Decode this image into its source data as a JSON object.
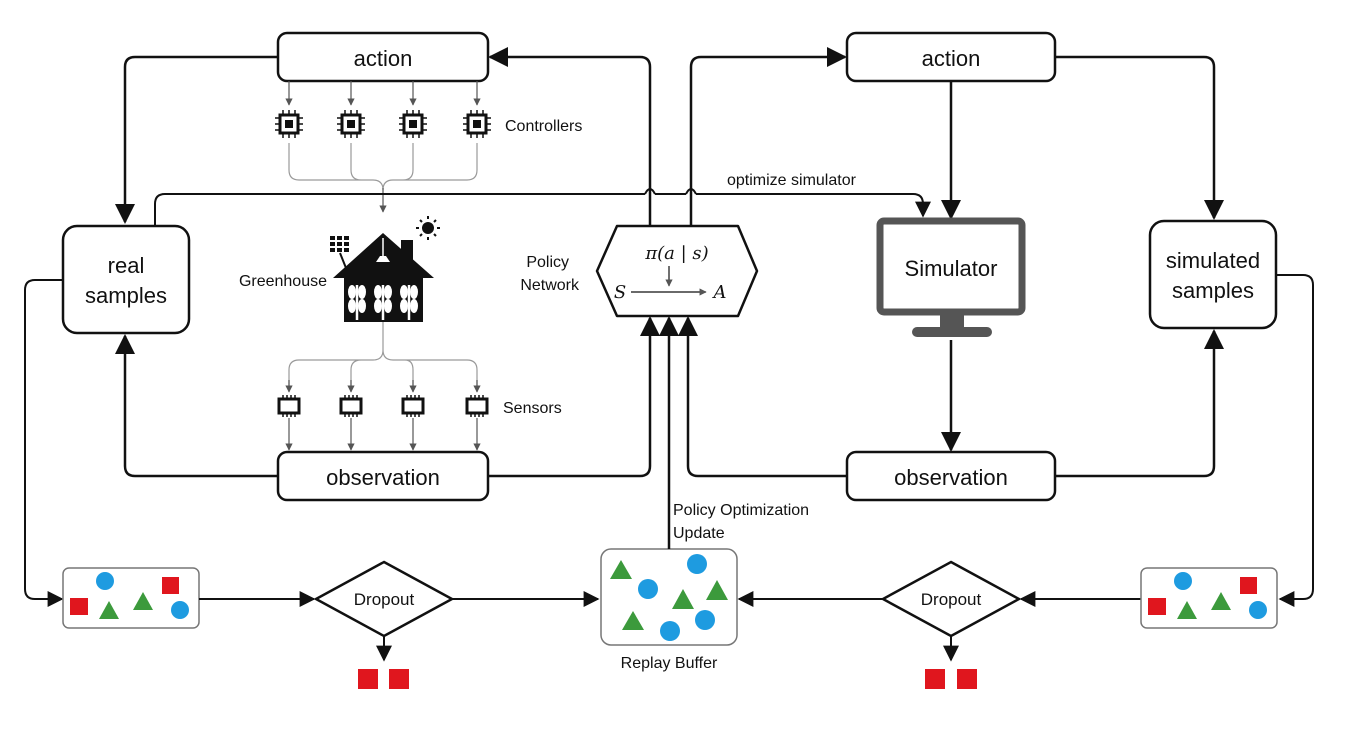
{
  "left": {
    "action": "action",
    "controllers": "Controllers",
    "greenhouse": "Greenhouse",
    "sensors": "Sensors",
    "observation": "observation",
    "real_samples": [
      "real",
      "samples"
    ]
  },
  "right": {
    "action": "action",
    "simulator": "Simulator",
    "observation": "observation",
    "simulated_samples": [
      "simulated",
      "samples"
    ]
  },
  "policy": {
    "label": [
      "Policy",
      "Network"
    ],
    "pi": "π(a | s)",
    "S": "S",
    "A": "A"
  },
  "optimize_simulator": "optimize simulator",
  "policy_update": [
    "Policy Optimization",
    "Update"
  ],
  "dropout_left": "Dropout",
  "dropout_right": "Dropout",
  "replay_buffer": "Replay Buffer",
  "colors": {
    "circle": "#1e9be0",
    "square": "#e0161e",
    "triangle": "#3c9a3c",
    "line": "#111111",
    "thin_line": "#9a9a9a",
    "monitor": "#555555"
  }
}
